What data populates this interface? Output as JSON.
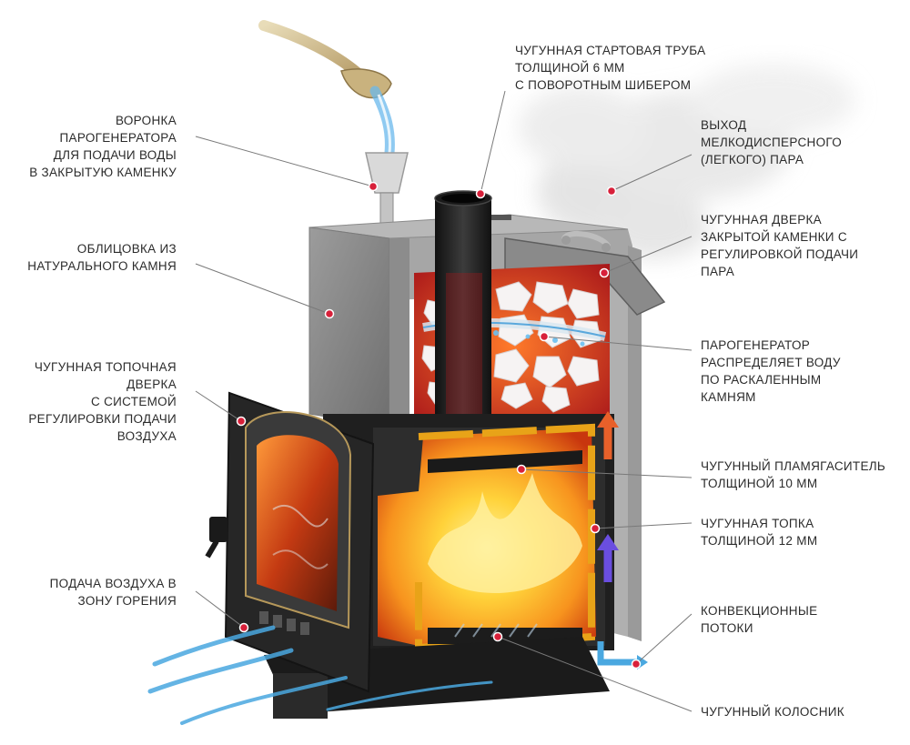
{
  "callouts": [
    {
      "id": "funnel",
      "lines": [
        "ВОРОНКА",
        "ПАРОГЕНЕРАТОРА",
        "ДЛЯ ПОДАЧИ ВОДЫ",
        "В ЗАКРЫТУЮ КАМЕНКУ"
      ]
    },
    {
      "id": "stone",
      "lines": [
        "ОБЛИЦОВКА ИЗ",
        "НАТУРАЛЬНОГО КАМНЯ"
      ]
    },
    {
      "id": "firedoor",
      "lines": [
        "ЧУГУННАЯ ТОПОЧНАЯ",
        "ДВЕРКА",
        "С СИСТЕМОЙ",
        "РЕГУЛИРОВКИ ПОДАЧИ",
        "ВОЗДУХА"
      ]
    },
    {
      "id": "air",
      "lines": [
        "ПОДАЧА ВОЗДУХА В",
        "ЗОНУ ГОРЕНИЯ"
      ]
    },
    {
      "id": "pipe",
      "lines": [
        "ЧУГУННАЯ СТАРТОВАЯ ТРУБА",
        "ТОЛЩИНОЙ 6 ММ",
        "С ПОВОРОТНЫМ ШИБЕРОМ"
      ]
    },
    {
      "id": "steam",
      "lines": [
        "ВЫХОД",
        "МЕЛКОДИСПЕРСНОГО",
        "(ЛЕГКОГО) ПАРА"
      ]
    },
    {
      "id": "heaterdoor",
      "lines": [
        "ЧУГУННАЯ ДВЕРКА",
        "ЗАКРЫТОЙ КАМЕНКИ С",
        "РЕГУЛИРОВКОЙ ПОДАЧИ",
        "ПАРА"
      ]
    },
    {
      "id": "steamgen",
      "lines": [
        "ПАРОГЕНЕРАТОР",
        "РАСПРЕДЕЛЯЕТ ВОДУ",
        "ПО РАСКАЛЕННЫМ",
        "КАМНЯМ"
      ]
    },
    {
      "id": "flame",
      "lines": [
        "ЧУГУННЫЙ ПЛАМЯГАСИТЕЛЬ",
        "ТОЛЩИНОЙ 10 ММ"
      ]
    },
    {
      "id": "firebox",
      "lines": [
        "ЧУГУННАЯ ТОПКА",
        "ТОЛЩИНОЙ 12 ММ"
      ]
    },
    {
      "id": "convection",
      "lines": [
        "КОНВЕКЦИОННЫЕ",
        "ПОТОКИ"
      ]
    },
    {
      "id": "grate",
      "lines": [
        "ЧУГУННЫЙ КОЛОСНИК"
      ]
    }
  ],
  "colors": {
    "stone": "#8e8e8e",
    "fire": "#f7931e",
    "cast_iron": "#2a2a2a",
    "firebox_outline": "#e8a318",
    "callout_dot": "#d8203a",
    "water": "#4aa8e0",
    "hot_arrow": "#e8602a",
    "cold_arrow": "#6a4ee0"
  }
}
